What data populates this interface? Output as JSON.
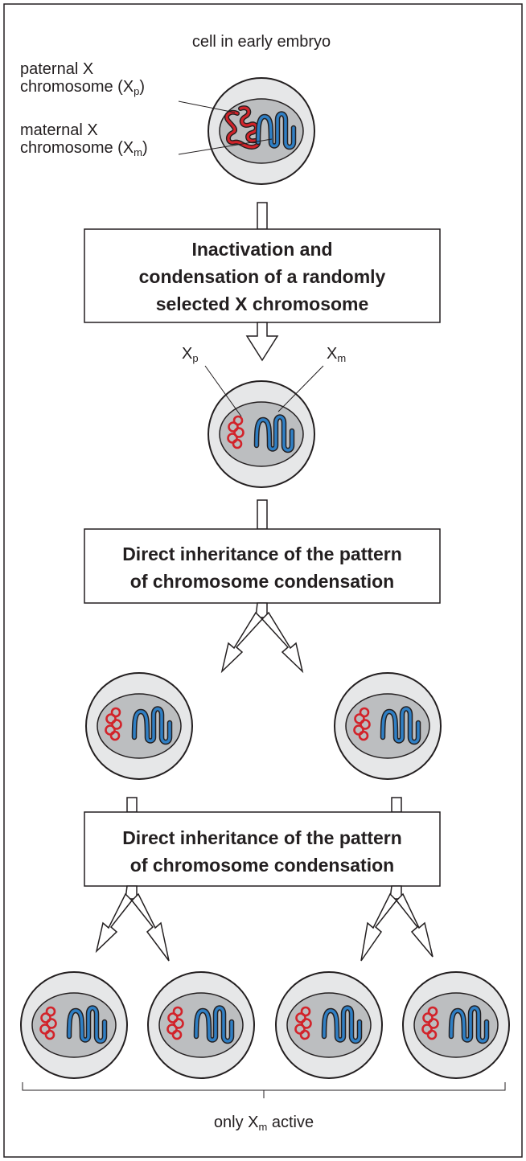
{
  "top_label": "cell in early embryo",
  "paternal_label": {
    "line1": "paternal X",
    "line2": "chromosome (X",
    "sub": "p",
    "close": ")"
  },
  "maternal_label": {
    "line1": "maternal X",
    "line2": "chromosome (X",
    "sub": "m",
    "close": ")"
  },
  "step1": {
    "line1": "Inactivation and",
    "line2": "condensation of a randomly",
    "line3": "selected X chromosome"
  },
  "xp_label": {
    "base": "X",
    "sub": "p"
  },
  "xm_label": {
    "base": "X",
    "sub": "m"
  },
  "step2": {
    "line1": "Direct inheritance of the pattern",
    "line2": "of chromosome condensation"
  },
  "step3": {
    "line1": "Direct inheritance of the pattern",
    "line2": "of chromosome condensation"
  },
  "bottom_label": {
    "prefix": "only X",
    "sub": "m",
    "suffix": " active"
  },
  "colors": {
    "paternal": "#d2232a",
    "maternal": "#2f7fc4",
    "cell_outer": "#e6e7e8",
    "nucleus": "#bcbec0",
    "outline": "#231f20"
  }
}
